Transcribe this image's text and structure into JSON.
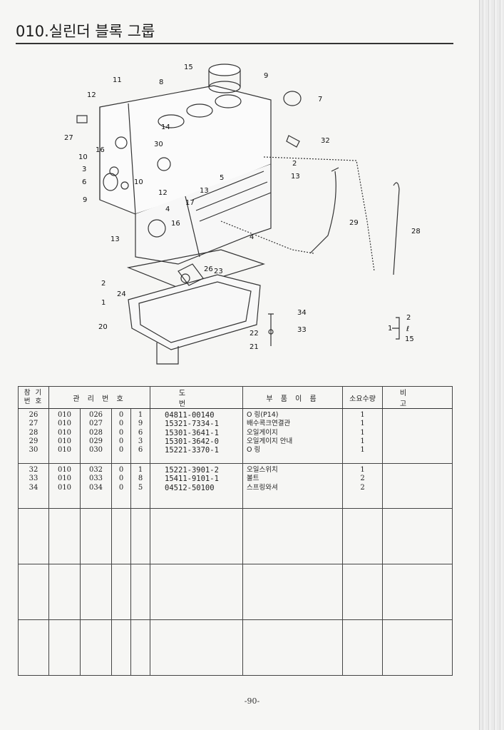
{
  "header": {
    "title": "010.실린더 블록 그룹"
  },
  "diagram": {
    "callouts": [
      "15",
      "11",
      "8",
      "9",
      "12",
      "7",
      "27",
      "32",
      "14",
      "30",
      "16",
      "2",
      "10",
      "10",
      "3",
      "13",
      "6",
      "5",
      "12",
      "9",
      "13",
      "17",
      "4",
      "29",
      "28",
      "16",
      "13",
      "4",
      "2",
      "26",
      "23",
      "24",
      "1",
      "34",
      "20",
      "22",
      "33",
      "21",
      "2",
      "1",
      "ℓ",
      "15"
    ]
  },
  "table": {
    "headers": {
      "ref_no": "참 기\n번 호",
      "mgmt_no": "관 리 번 호",
      "drawing_no": "도 번",
      "part_name": "부 품 이 름",
      "qty": "소요수량",
      "remarks": "비 고"
    },
    "group1": [
      {
        "ref": "26",
        "g": "010",
        "n": "026",
        "a": "0",
        "b": "1",
        "drawing": "04811-00140",
        "name": "O 링(P14)",
        "qty": "1"
      },
      {
        "ref": "27",
        "g": "010",
        "n": "027",
        "a": "0",
        "b": "9",
        "drawing": "15321-7334-1",
        "name": "배수콕크연결관",
        "qty": "1"
      },
      {
        "ref": "28",
        "g": "010",
        "n": "028",
        "a": "0",
        "b": "6",
        "drawing": "15301-3641-1",
        "name": "오일게이지",
        "qty": "1"
      },
      {
        "ref": "29",
        "g": "010",
        "n": "029",
        "a": "0",
        "b": "3",
        "drawing": "15301-3642-0",
        "name": "오일게이지 안내",
        "qty": "1"
      },
      {
        "ref": "30",
        "g": "010",
        "n": "030",
        "a": "0",
        "b": "6",
        "drawing": "15221-3370-1",
        "name": "O 링",
        "qty": "1"
      }
    ],
    "group2": [
      {
        "ref": "32",
        "g": "010",
        "n": "032",
        "a": "0",
        "b": "1",
        "drawing": "15221-3901-2",
        "name": "오일스위치",
        "qty": "1"
      },
      {
        "ref": "33",
        "g": "010",
        "n": "033",
        "a": "0",
        "b": "8",
        "drawing": "15411-9101-1",
        "name": "볼트",
        "qty": "2"
      },
      {
        "ref": "34",
        "g": "010",
        "n": "034",
        "a": "0",
        "b": "5",
        "drawing": "04512-50100",
        "name": "스프링와셔",
        "qty": "2"
      }
    ]
  },
  "footer": {
    "page": "-90-"
  },
  "colors": {
    "ink": "#222222",
    "paper": "#f6f6f4"
  }
}
